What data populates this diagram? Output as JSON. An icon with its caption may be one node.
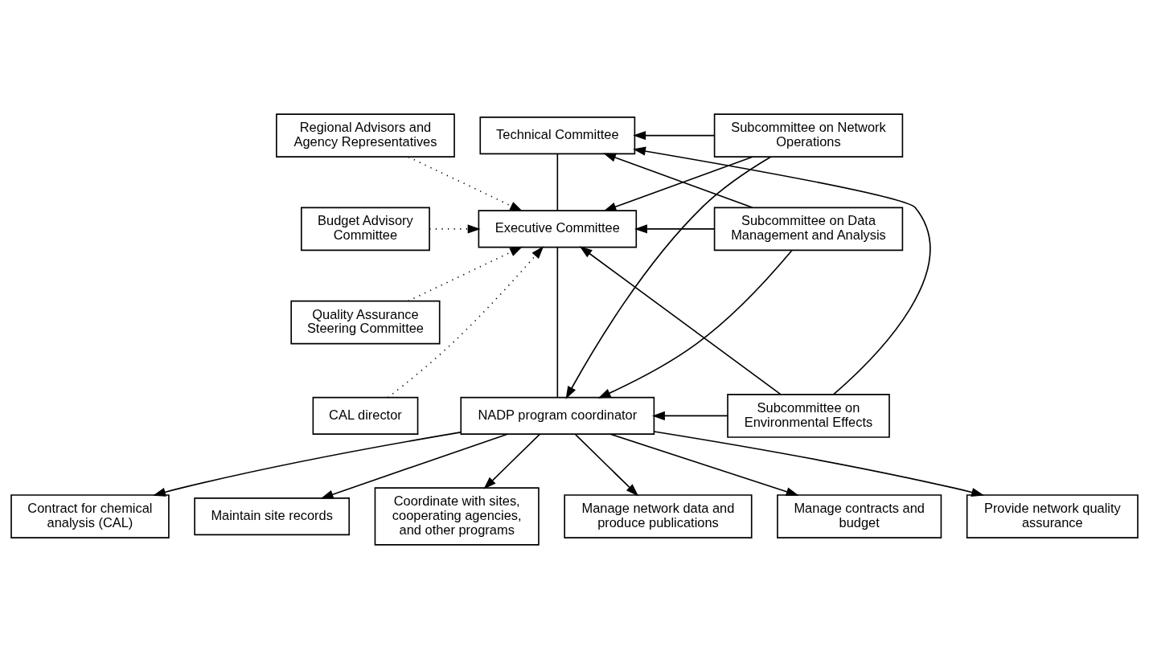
{
  "diagram": {
    "nodes": [
      {
        "text": [
          "Regional Advisors and Agency Representatives"
        ]
      },
      {
        "text": [
          "Budget Advisory Committee"
        ]
      },
      {
        "text": [
          "Quality Assurance Steering Committee"
        ]
      },
      {
        "text": [
          "CAL director"
        ]
      },
      {
        "text": [
          "Technical Committee"
        ]
      },
      {
        "text": [
          "Executive Committee"
        ]
      },
      {
        "text": [
          "NADP program coordinator"
        ]
      },
      {
        "text": [
          "Subcommittee on Network Operations"
        ]
      },
      {
        "text": [
          "Subcommittee on Data Management and Analysis"
        ]
      },
      {
        "text": [
          "Subcommittee on Environmental Effects"
        ]
      },
      {
        "text": [
          "Contract for chemical analysis (CAL)"
        ]
      },
      {
        "text": [
          "Maintain site records"
        ]
      },
      {
        "text": [
          "Coordinate with sites, cooperating agencies, and other programs"
        ]
      },
      {
        "text": [
          "Manage network data and produce publications"
        ]
      },
      {
        "text": [
          "Manage contracts and budget"
        ]
      },
      {
        "text": [
          "Provide network quality assurance"
        ]
      }
    ],
    "edges": [
      {
        "from": 0,
        "to": 5,
        "arrow": "to",
        "style": "dashed"
      },
      {
        "from": 1,
        "to": 5,
        "arrow": "to",
        "style": "dashed"
      },
      {
        "from": 2,
        "to": 5,
        "arrow": "to",
        "style": "dashed"
      },
      {
        "from": 3,
        "to": 5,
        "arrow": "to",
        "style": "dashed"
      },
      {
        "from": 4,
        "to": 5,
        "arrow": "none"
      },
      {
        "from": 5,
        "to": 6,
        "arrow": "none"
      },
      {
        "from": 7,
        "to": 4,
        "arrow": "to"
      },
      {
        "from": 8,
        "to": 4,
        "arrow": "to"
      },
      {
        "from": 9,
        "to": 4,
        "arrow": "to"
      },
      {
        "from": 7,
        "to": 5,
        "arrow": "to"
      },
      {
        "from": 8,
        "to": 5,
        "arrow": "to"
      },
      {
        "from": 9,
        "to": 5,
        "arrow": "to"
      },
      {
        "from": 7,
        "to": 6,
        "arrow": "to"
      },
      {
        "from": 8,
        "to": 6,
        "arrow": "to"
      },
      {
        "from": 9,
        "to": 6,
        "arrow": "to"
      },
      {
        "from": 6,
        "to": 10,
        "arrow": "to"
      },
      {
        "from": 6,
        "to": 11,
        "arrow": "to"
      },
      {
        "from": 6,
        "to": 12,
        "arrow": "to"
      },
      {
        "from": 6,
        "to": 13,
        "arrow": "to"
      },
      {
        "from": 6,
        "to": 14,
        "arrow": "to"
      },
      {
        "from": 6,
        "to": 15,
        "arrow": "to"
      }
    ]
  }
}
